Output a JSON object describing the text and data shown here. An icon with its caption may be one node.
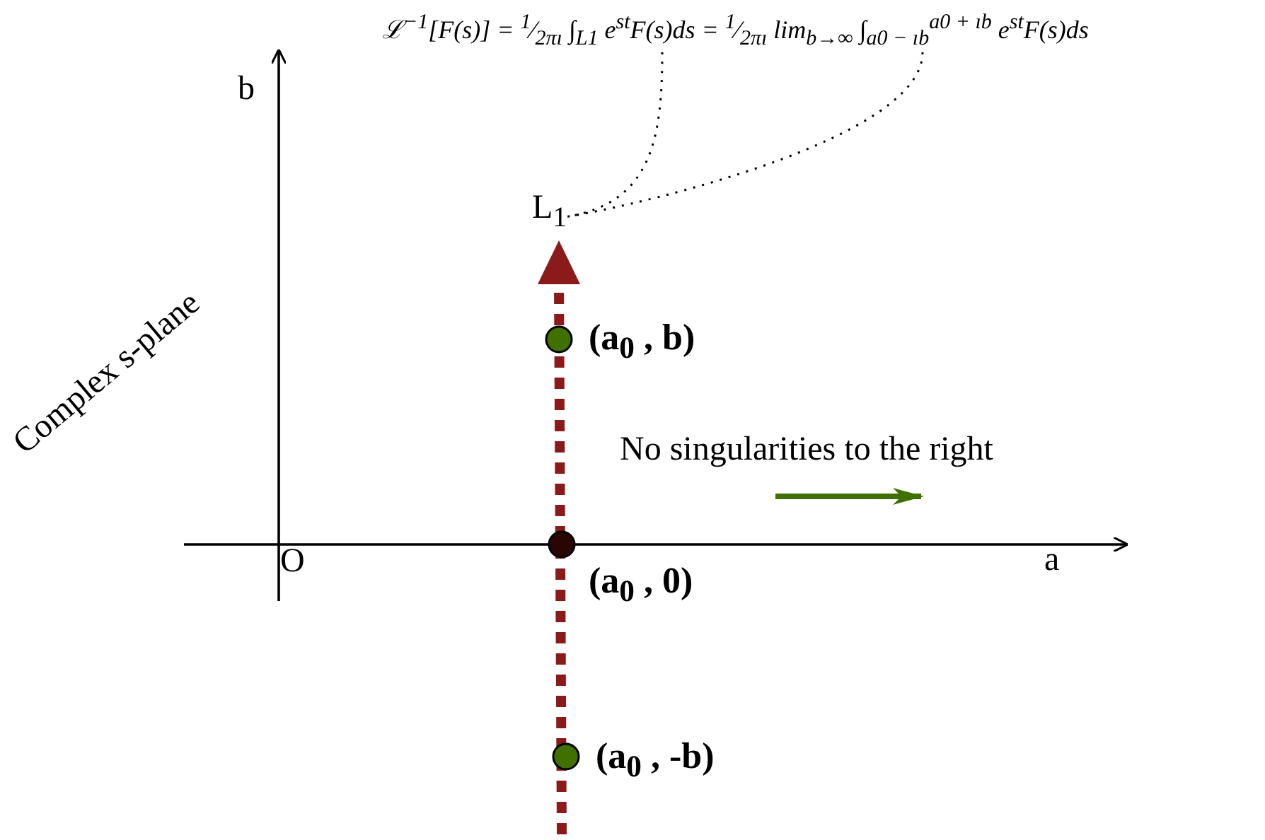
{
  "diagram": {
    "nodes": [
      {
        "text": [
          "ℒ$^{−1}$[F(s)] = $^{1}$⁄$_{2πı}$ ∫$_{L1}$ e$^{st}$F(s)ds = $^{1}$⁄$_{2πı}$ lim$_{b→∞}$ ∫$_{a0 − ıb}$$^{a0 + ıb}$ e$^{st}$F(s)ds"
        ]
      },
      {
        "text": [
          "L$_{1}$"
        ]
      },
      {
        "text": [
          "(a$_{0}$ , b)"
        ]
      },
      {
        "text": [
          "(a$_{0}$ , 0)"
        ]
      },
      {
        "text": [
          "(a$_{0}$ , -b)"
        ]
      }
    ],
    "edges": [
      {
        "from": 0,
        "to": 1,
        "arrow": "none"
      },
      {
        "from": 0,
        "to": 1,
        "arrow": "none"
      }
    ],
    "labels": [
      "b",
      "Complex s-plane",
      "No singularities to the right",
      "O",
      "a"
    ]
  }
}
